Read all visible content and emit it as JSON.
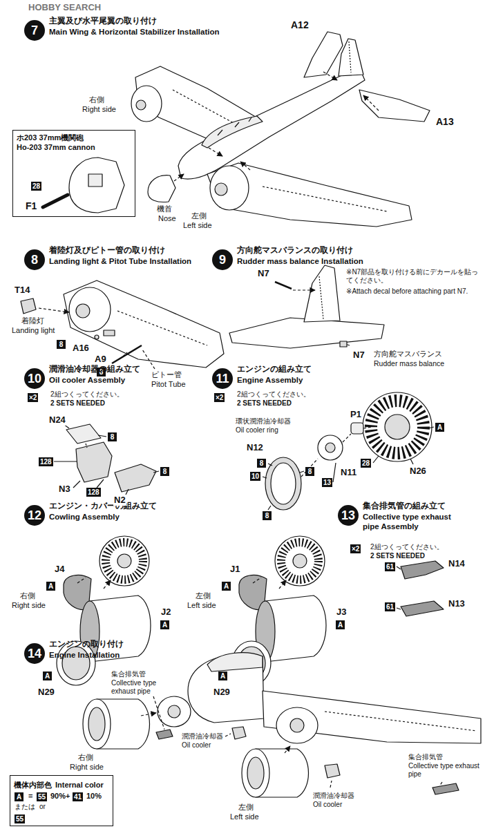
{
  "diagram": {
    "nodes": [
      {
        "text": [
          "7",
          "主翼及び水平尾翼の取り付け",
          "Main Wing & Horizontal Stabilizer Installation"
        ]
      },
      {
        "text": [
          "ホ203 37mm機関砲",
          "Ho-203 37mm cannon"
        ]
      },
      {
        "text": [
          "28"
        ],
        "in": 1
      },
      {
        "text": [
          "8",
          "着陸灯及びピトー管の取り付け",
          "Landing light & Pitot Tube Installation"
        ]
      },
      {
        "text": [
          "8"
        ]
      },
      {
        "text": [
          "8"
        ]
      },
      {
        "text": [
          "9",
          "方向舵マスバランスの取り付け",
          "Rudder mass balance Installation"
        ]
      },
      {
        "text": [
          "10",
          "潤滑油冷却器の組み立て",
          "Oil cooler Assembly"
        ]
      },
      {
        "text": [
          "×2"
        ]
      },
      {
        "text": [
          "8"
        ]
      },
      {
        "text": [
          "128"
        ]
      },
      {
        "text": [
          "128"
        ]
      },
      {
        "text": [
          "8"
        ]
      },
      {
        "text": [
          "11",
          "エンジンの組み立て",
          "Engine Assembly"
        ]
      },
      {
        "text": [
          "×2"
        ]
      },
      {
        "text": [
          "8"
        ]
      },
      {
        "text": [
          "10"
        ]
      },
      {
        "text": [
          "8"
        ]
      },
      {
        "text": [
          "13"
        ]
      },
      {
        "text": [
          "8"
        ]
      },
      {
        "text": [
          "28"
        ]
      },
      {
        "text": [
          "A"
        ]
      },
      {
        "text": [
          "12",
          "エンジン・カバーの組み立て",
          "Cowling Assembly"
        ]
      },
      {
        "text": [
          "A"
        ]
      },
      {
        "text": [
          "A"
        ]
      },
      {
        "text": [
          "A"
        ]
      },
      {
        "text": [
          "A"
        ]
      },
      {
        "text": [
          "A"
        ]
      },
      {
        "text": [
          "A"
        ]
      },
      {
        "text": [
          "13",
          "集合排気管の組み立て",
          "Collective type exhaust pipe Assembly"
        ]
      },
      {
        "text": [
          "×2"
        ]
      },
      {
        "text": [
          "61"
        ]
      },
      {
        "text": [
          "61"
        ]
      },
      {
        "text": [
          "14",
          "エンジンの取り付け",
          "Engine Installation"
        ]
      },
      {
        "text": [
          "機体内部色",
          "Internal color"
        ]
      },
      {
        "text": [
          "A"
        ],
        "in": 34
      },
      {
        "text": [
          "55"
        ],
        "in": 34
      },
      {
        "text": [
          "41"
        ],
        "in": 34
      },
      {
        "text": [
          "55"
        ],
        "in": 34
      }
    ],
    "labels": [
      "HOBBY SEARCH",
      "A12",
      "A13",
      "右側",
      "Right side",
      "F1",
      "機首",
      "Nose",
      "左側",
      "Left side",
      "T14",
      "着陸灯",
      "Landing light",
      "A16",
      "A9",
      "ピトー管",
      "Pitot Tube",
      "N7",
      "※N7部品を取り付ける前にデカールを貼ってください。",
      "※Attach decal before attaching part N7.",
      "N7",
      "方向舵マスバランス",
      "Rudder mass balance",
      "2組つくってください。",
      "2 SETS NEEDED",
      "N24",
      "N3",
      "N2",
      "2組つくってください。",
      "2 SETS NEEDED",
      "環状潤滑油冷却器",
      "Oil cooler ring",
      "P1",
      "N12",
      "N11",
      "N26",
      "J4",
      "右側",
      "Right side",
      "N29",
      "J2",
      "J1",
      "左側",
      "Left side",
      "N29",
      "J3",
      "2組つくってください。",
      "2 SETS NEEDED",
      "N14",
      "N13",
      "集合排気管",
      "Collective type exhaust pipe",
      "潤滑油冷却器",
      "Oil cooler",
      "右側",
      "Right side",
      "左側",
      "Left side",
      "潤滑油冷却器",
      "Oil cooler",
      "集合排気管",
      "Collective type exhaust pipe",
      "=",
      "90%+",
      "10%",
      "または",
      "or"
    ]
  }
}
